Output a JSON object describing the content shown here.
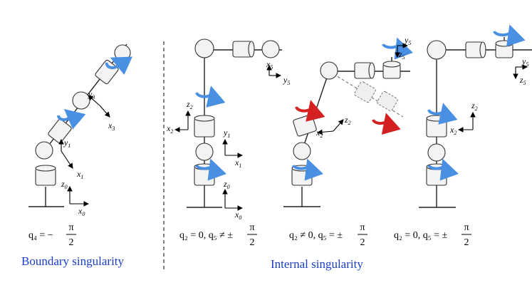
{
  "captions": {
    "boundary": "Boundary singularity",
    "internal": "Internal singularity"
  },
  "conditions": {
    "c1": {
      "lhs": "q₄ = −",
      "num": "π",
      "den": "2"
    },
    "c2": {
      "lhs": "q₂ = 0, q₅ ≠ ±",
      "num": "π",
      "den": "2"
    },
    "c3": {
      "lhs": "q₂ ≠ 0, q₅ = ±",
      "num": "π",
      "den": "2"
    },
    "c4": {
      "lhs": "q₂ = 0, q₅ = ±",
      "num": "π",
      "den": "2"
    }
  },
  "frames": {
    "b_y3": {
      "v": "y",
      "s": "3"
    },
    "b_x3": {
      "v": "x",
      "s": "3"
    },
    "b_y1": {
      "v": "y",
      "s": "1"
    },
    "b_x1": {
      "v": "x",
      "s": "1"
    },
    "b_z0": {
      "v": "z",
      "s": "0"
    },
    "b_x0": {
      "v": "x",
      "s": "0"
    },
    "a_x5": {
      "v": "x",
      "s": "5"
    },
    "a_y5": {
      "v": "y",
      "s": "5"
    },
    "a_z2": {
      "v": "z",
      "s": "2"
    },
    "a_x2": {
      "v": "x",
      "s": "2"
    },
    "a_y1": {
      "v": "y",
      "s": "1"
    },
    "a_x1": {
      "v": "x",
      "s": "1"
    },
    "a_z0": {
      "v": "z",
      "s": "0"
    },
    "a_x0": {
      "v": "x",
      "s": "0"
    },
    "b2_y5": {
      "v": "y",
      "s": "5"
    },
    "b2_z5": {
      "v": "z",
      "s": "5"
    },
    "b2_z2": {
      "v": "z",
      "s": "2"
    },
    "b2_x2": {
      "v": "x",
      "s": "2"
    },
    "c_y5": {
      "v": "y",
      "s": "5"
    },
    "c_z5": {
      "v": "z",
      "s": "5"
    },
    "c_z2": {
      "v": "z",
      "s": "2"
    },
    "c_x2": {
      "v": "x",
      "s": "2"
    }
  },
  "colors": {
    "caption": "#1a3dc8",
    "rotation_blue": "#4a90e2",
    "rotation_red": "#d42020"
  }
}
